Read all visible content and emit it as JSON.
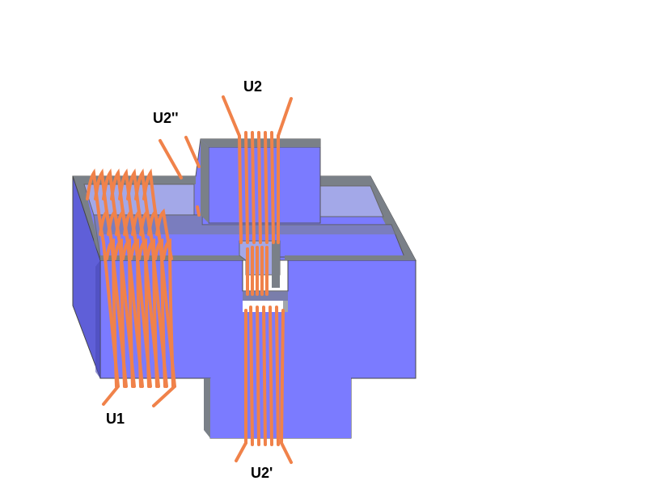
{
  "labels": {
    "u2": "U2",
    "u2_double_prime": "U2''",
    "u1": "U1",
    "u2_prime": "U2'"
  },
  "colors": {
    "core_face": "#7b7bff",
    "core_side": "#5f5fd8",
    "core_dark": "#4a4ab8",
    "slot_light": "#a3a8e8",
    "rim_gray": "#7a8088",
    "winding": "#f0824a"
  }
}
